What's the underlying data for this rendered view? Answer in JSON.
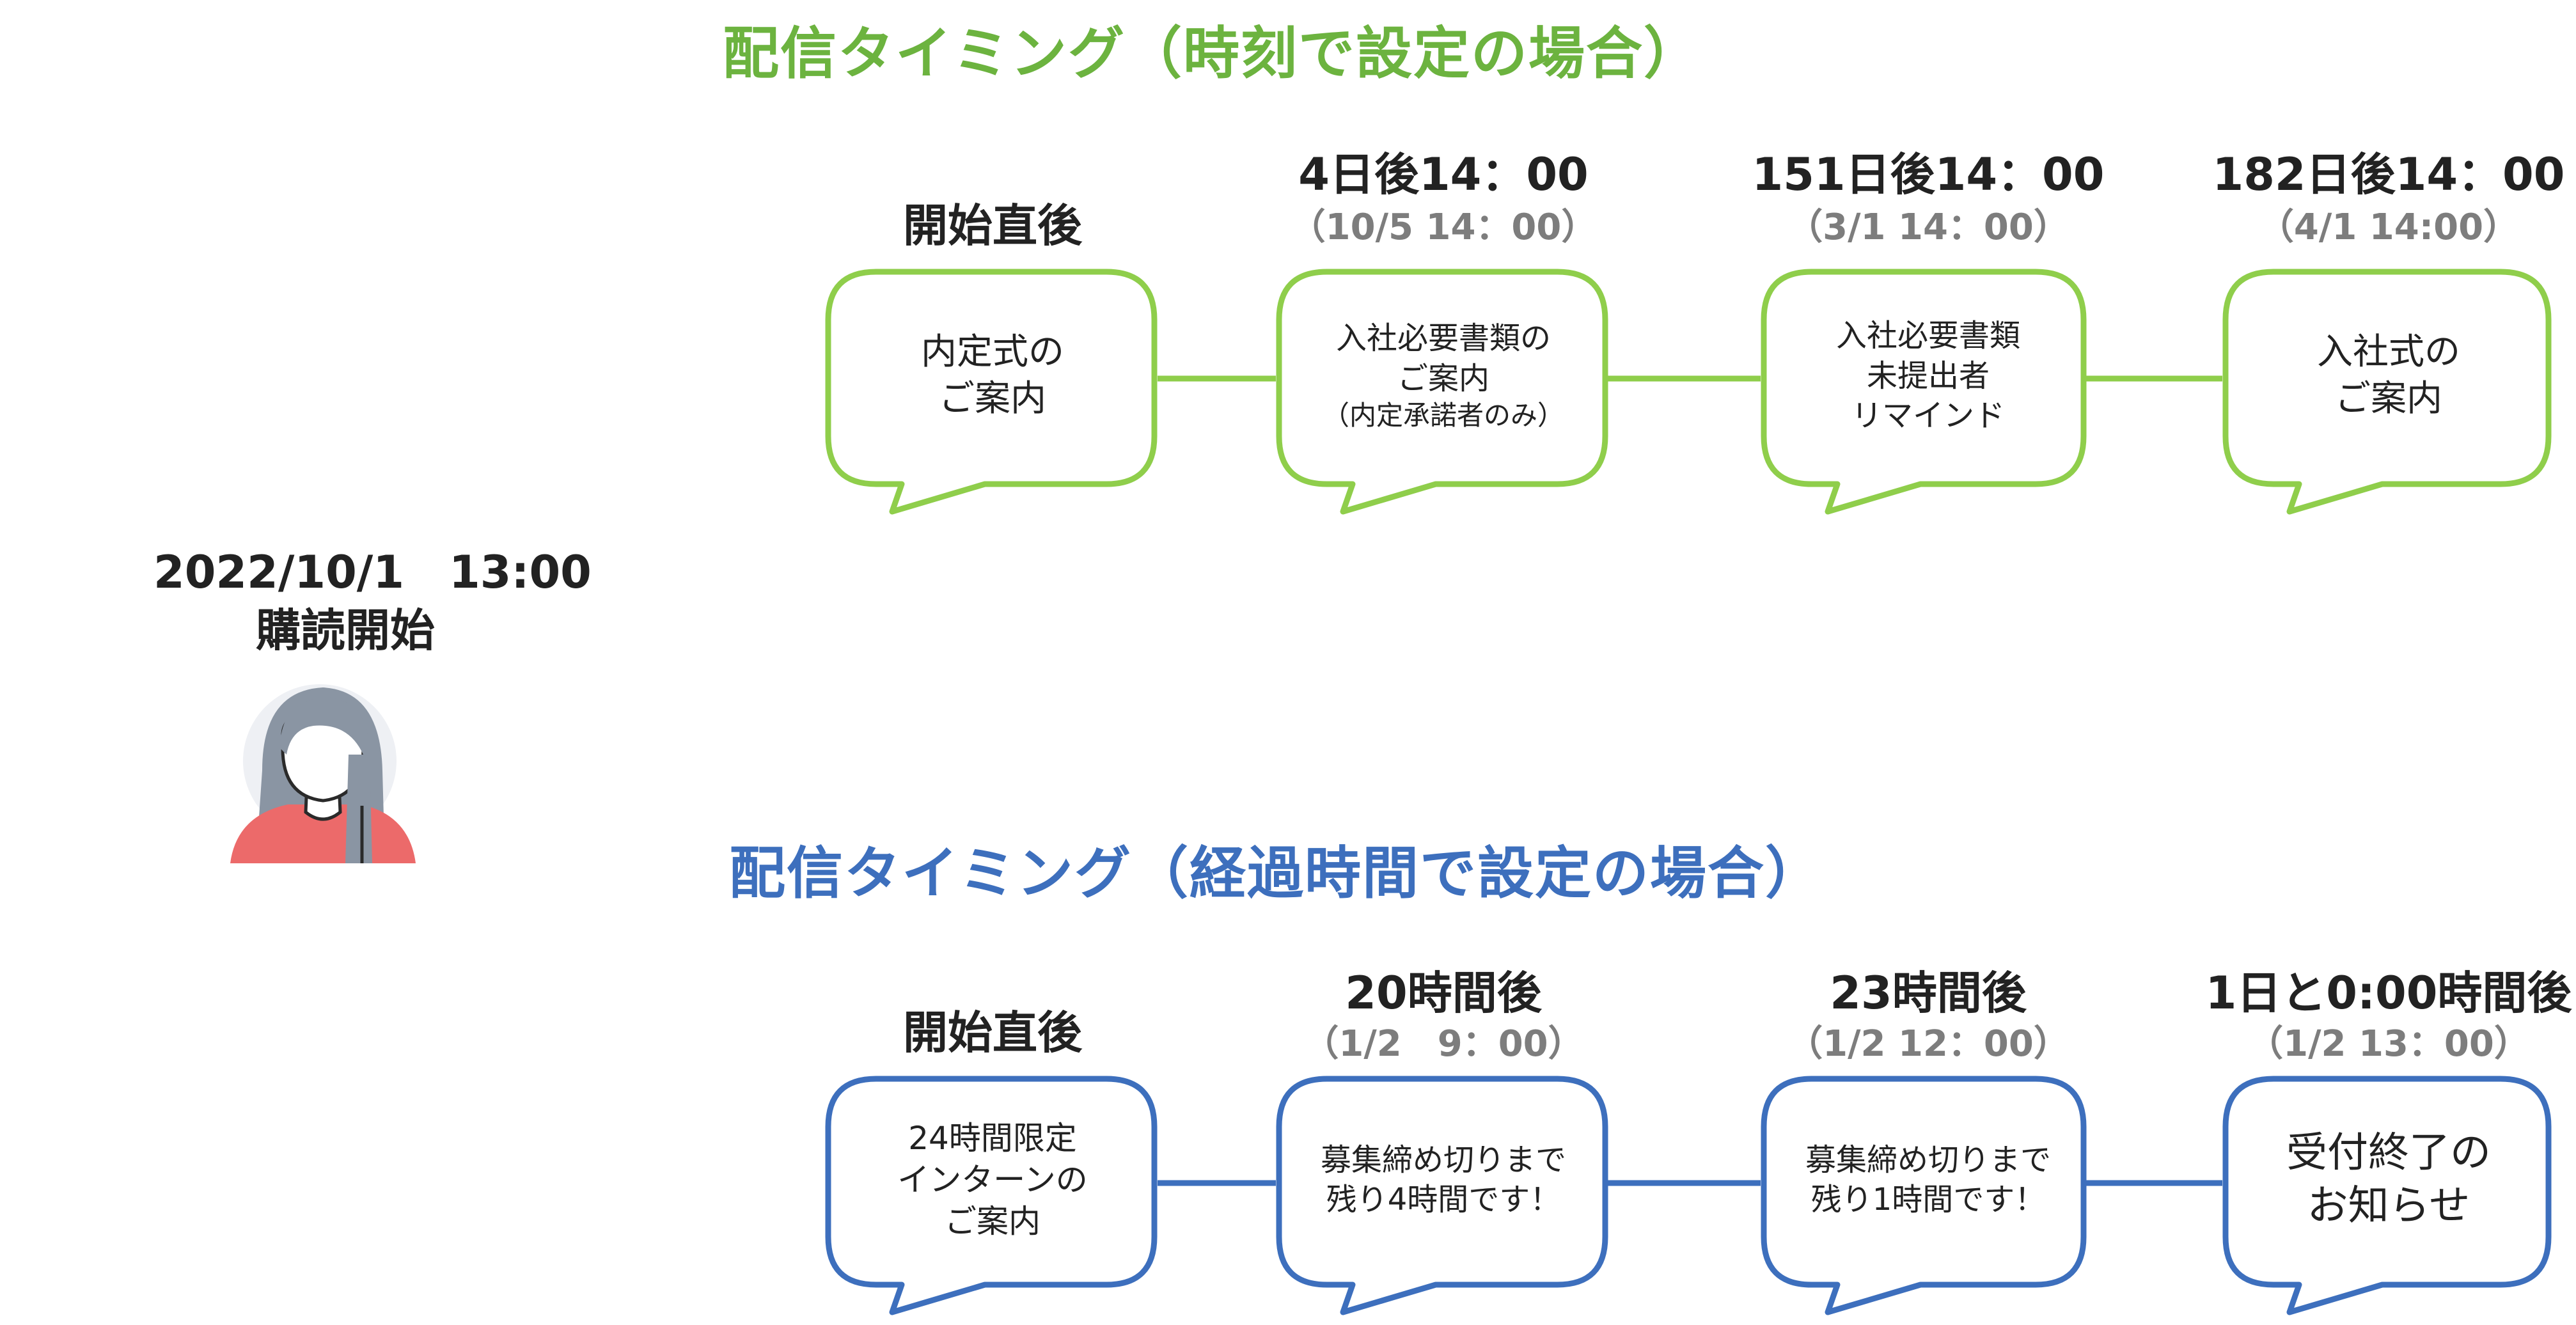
{
  "colors": {
    "green": "#8fce4b",
    "green_title": "#6cb33f",
    "blue": "#3d6fbd",
    "blue_title": "#3d6fbd",
    "gray_label": "#7d7d7d"
  },
  "subscriber": {
    "datetime": "2022/10/1　13:00",
    "caption": "購読開始",
    "icon": "woman-avatar-icon"
  },
  "sections": [
    {
      "title": "配信タイミング（時刻で設定の場合）",
      "steps": [
        {
          "label": "開始直後",
          "sub": "",
          "text": [
            "内定式の",
            "ご案内"
          ]
        },
        {
          "label": "4日後14：00",
          "sub": "（10/5 14：00）",
          "text": [
            "入社必要書類の",
            "ご案内",
            "（内定承諾者のみ）"
          ]
        },
        {
          "label": "151日後14：00",
          "sub": "（3/1 14：00）",
          "text": [
            "入社必要書類",
            "未提出者",
            "リマインド"
          ]
        },
        {
          "label": "182日後14：00",
          "sub": "（4/1 14:00）",
          "text": [
            "入社式の",
            "ご案内"
          ]
        }
      ]
    },
    {
      "title": "配信タイミング（経過時間で設定の場合）",
      "steps": [
        {
          "label": "開始直後",
          "sub": "",
          "text": [
            "24時間限定",
            "インターンの",
            "ご案内"
          ]
        },
        {
          "label": "20時間後",
          "sub": "（1/2　9：00）",
          "text": [
            "募集締め切りまで",
            "残り4時間です！"
          ]
        },
        {
          "label": "23時間後",
          "sub": "（1/2 12：00）",
          "text": [
            "募集締め切りまで",
            "残り1時間です！"
          ]
        },
        {
          "label": "1日と0:00時間後",
          "sub": "（1/2 13：00）",
          "text": [
            "受付終了の",
            "お知らせ"
          ]
        }
      ]
    }
  ]
}
